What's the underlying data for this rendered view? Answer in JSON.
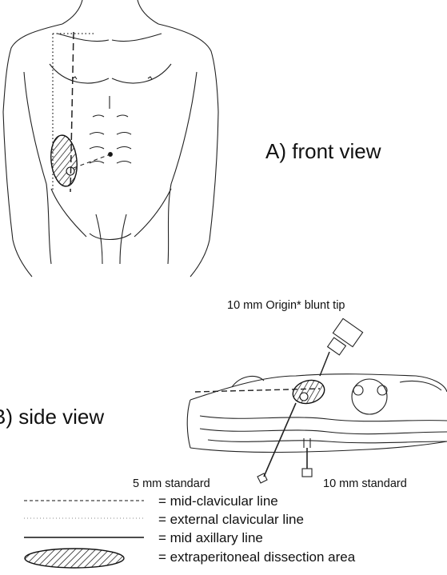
{
  "front_view": {
    "label": "A) front view"
  },
  "side_view": {
    "label": "B) side view",
    "trocar_top": "10 mm Origin* blunt tip",
    "trocar_left": "5 mm standard",
    "trocar_right": "10 mm standard"
  },
  "legend": {
    "items": [
      {
        "text": "= mid-clavicular line",
        "line_style": "dashed"
      },
      {
        "text": "= external clavicular line",
        "line_style": "dotted"
      },
      {
        "text": "= mid axillary line",
        "line_style": "solid"
      },
      {
        "text": "= extraperitoneal dissection area",
        "line_style": "hatched-ellipse"
      }
    ]
  }
}
